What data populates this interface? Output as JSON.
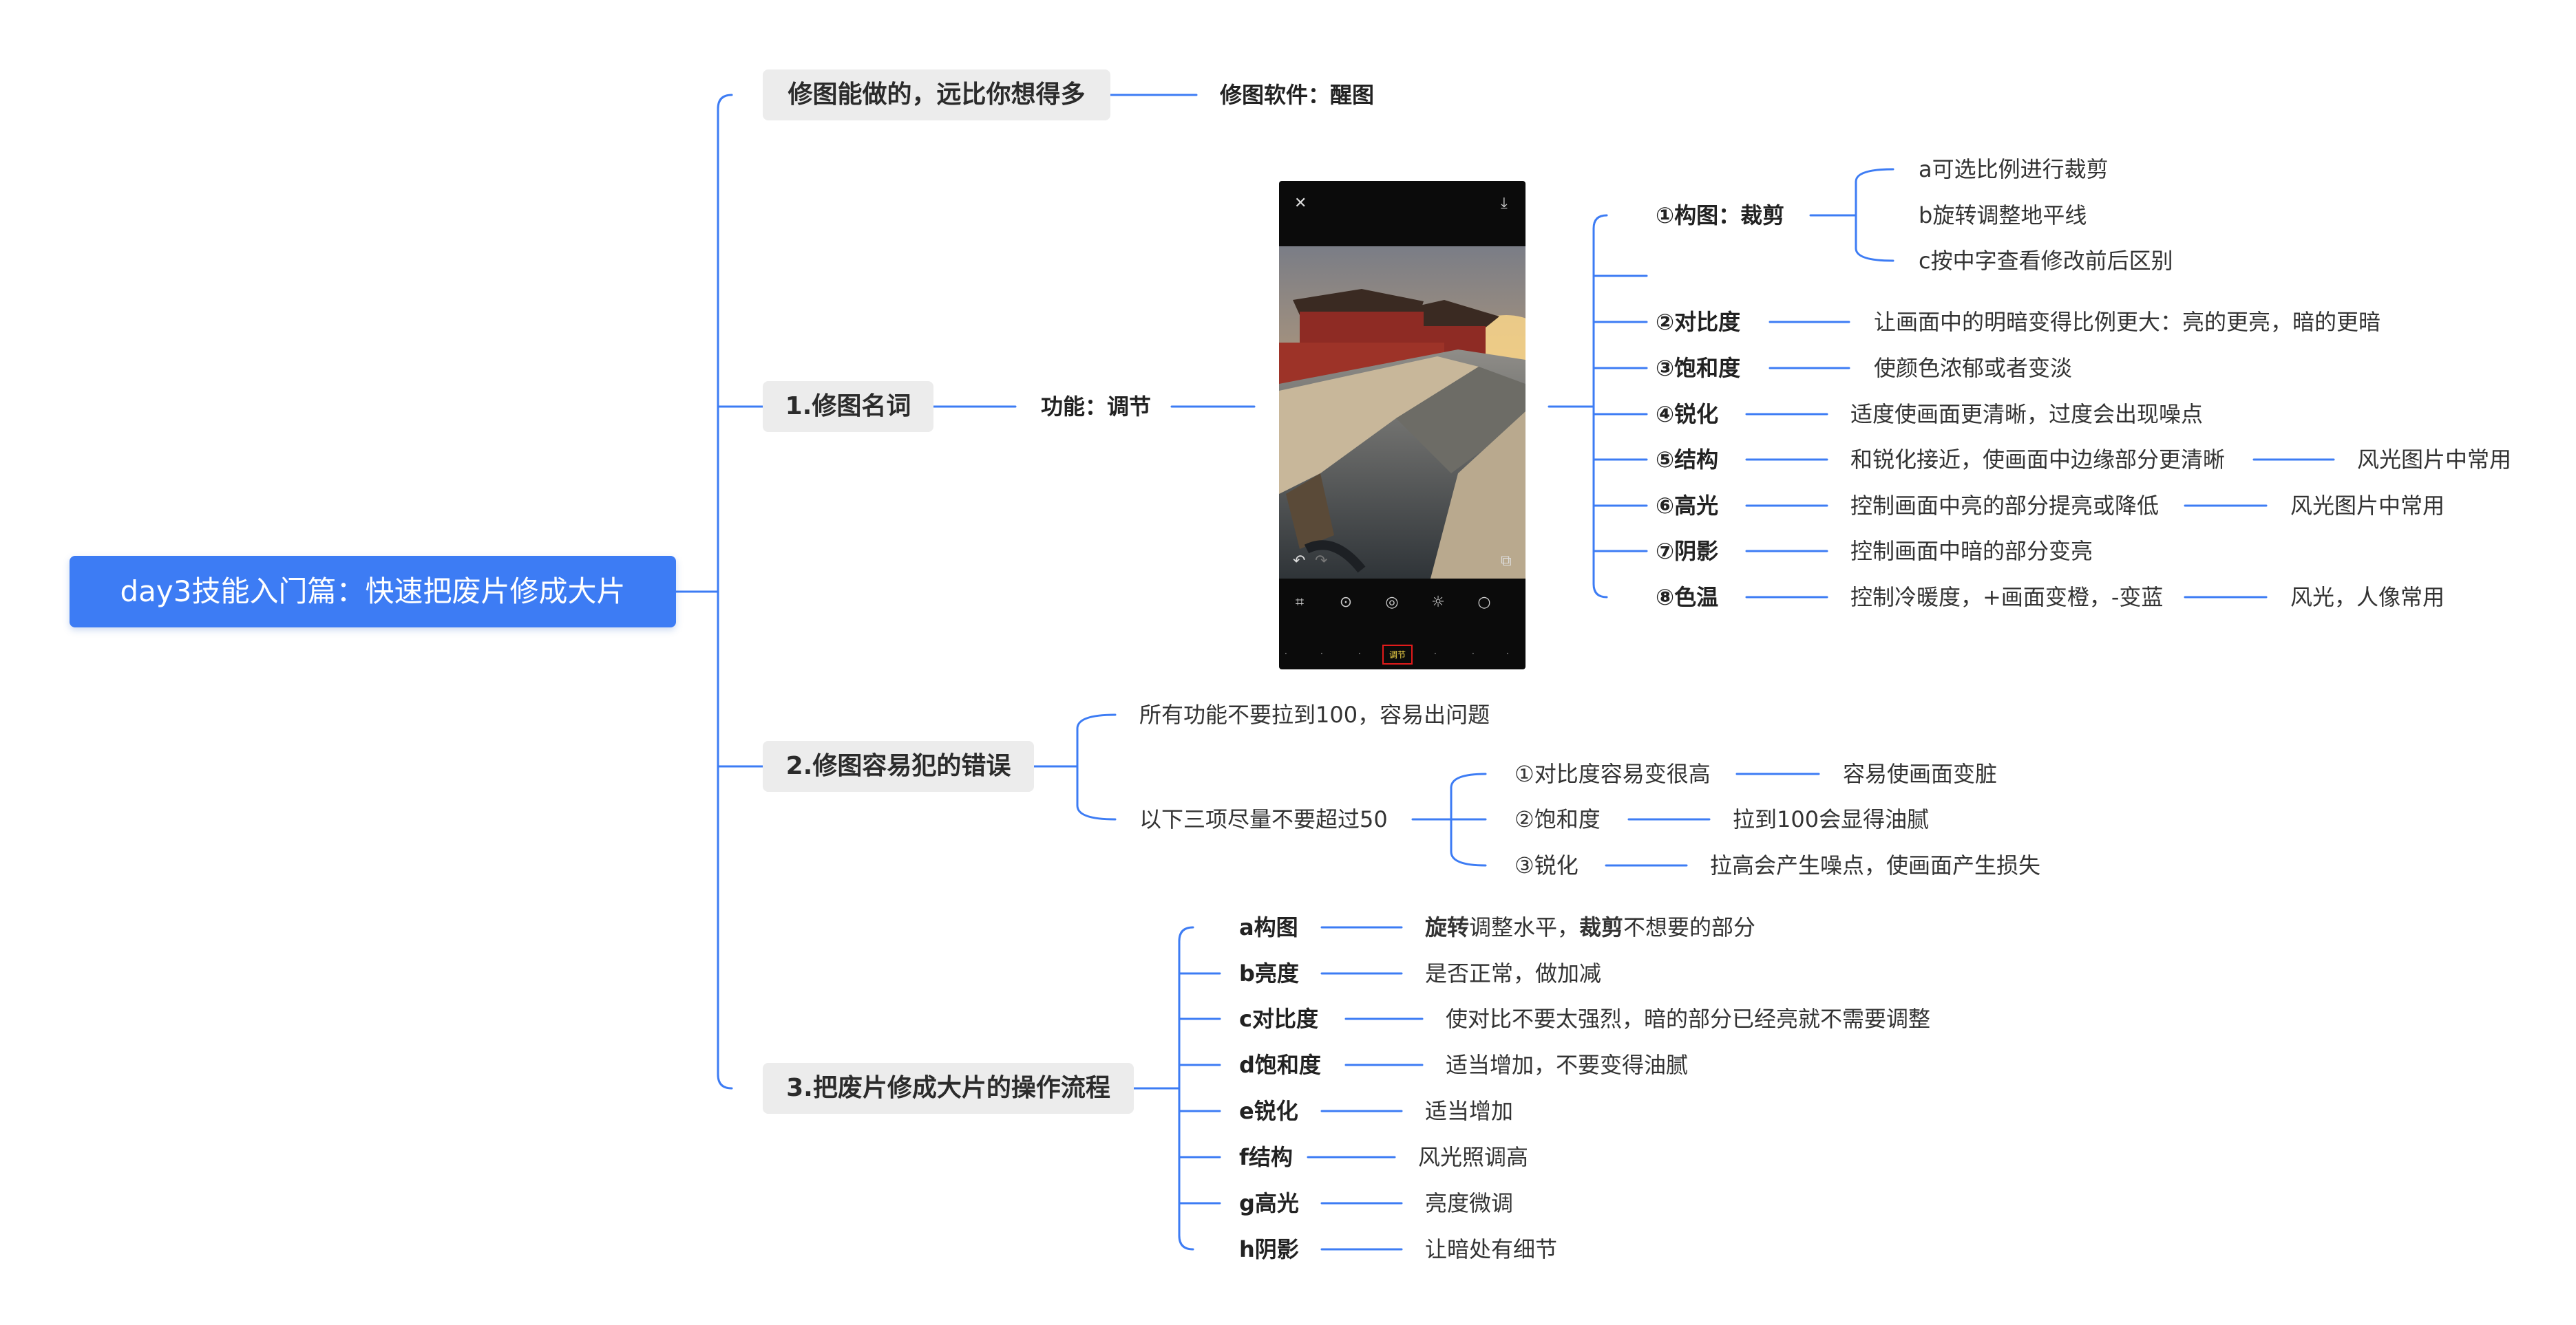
{
  "root": {
    "label": "day3技能入门篇：快速把废片修成大片"
  },
  "branches": [
    {
      "label": "修图能做的，远比你想得多",
      "child": "修图软件：醒图"
    },
    {
      "label": "1.修图名词",
      "child": "功能：调节",
      "items": [
        {
          "label": "①构图：裁剪",
          "notes": [
            "a可选比例进行裁剪",
            "b旋转调整地平线",
            "c按中字查看修改前后区别"
          ]
        },
        {
          "label": "②对比度",
          "desc": "让画面中的明暗变得比例更大：亮的更亮，暗的更暗"
        },
        {
          "label": "③饱和度",
          "desc": "使颜色浓郁或者变淡"
        },
        {
          "label": "④锐化",
          "desc": "适度使画面更清晰，过度会出现噪点"
        },
        {
          "label": "⑤结构",
          "desc": "和锐化接近，使画面中边缘部分更清晰",
          "extra": "风光图片中常用"
        },
        {
          "label": "⑥高光",
          "desc": "控制画面中亮的部分提亮或降低",
          "extra": "风光图片中常用"
        },
        {
          "label": "⑦阴影",
          "desc": "控制画面中暗的部分变亮"
        },
        {
          "label": "⑧色温",
          "desc": "控制冷暖度，+画面变橙，-变蓝",
          "extra": "风光，人像常用"
        }
      ]
    },
    {
      "label": "2.修图容易犯的错误",
      "a": "所有功能不要拉到100，容易出问题",
      "b": "以下三项尽量不要超过50",
      "subs": [
        {
          "label": "①对比度容易变很高",
          "desc": "容易使画面变脏"
        },
        {
          "label": "②饱和度",
          "desc": "拉到100会显得油腻"
        },
        {
          "label": "③锐化",
          "desc": "拉高会产生噪点，使画面产生损失"
        }
      ]
    },
    {
      "label": "3.把废片修成大片的操作流程",
      "steps": [
        {
          "label": "a构图",
          "bold1": "旋转",
          "mid": "调整水平，",
          "bold2": "裁剪",
          "rest": "不想要的部分"
        },
        {
          "label": "b亮度",
          "desc": "是否正常，做加减"
        },
        {
          "label": "c对比度",
          "desc": "使对比不要太强烈，暗的部分已经亮就不需要调整"
        },
        {
          "label": "d饱和度",
          "desc": "适当增加，不要变得油腻"
        },
        {
          "label": "e锐化",
          "desc": "适当增加"
        },
        {
          "label": "f结构",
          "desc": "风光照调高"
        },
        {
          "label": "g高光",
          "desc": "亮度微调"
        },
        {
          "label": "h阴影",
          "desc": "让暗处有细节"
        }
      ]
    }
  ],
  "phone": {
    "tool_icons": [
      "crop-icon",
      "target-icon",
      "focus-icon",
      "sun-icon",
      "circle-icon"
    ],
    "selected_tab": "调节"
  },
  "colors": {
    "line": "#3d7cf4",
    "root_bg": "#3d7cf4",
    "node_bg": "#ececec",
    "tab_highlight": "#e21b1b"
  }
}
